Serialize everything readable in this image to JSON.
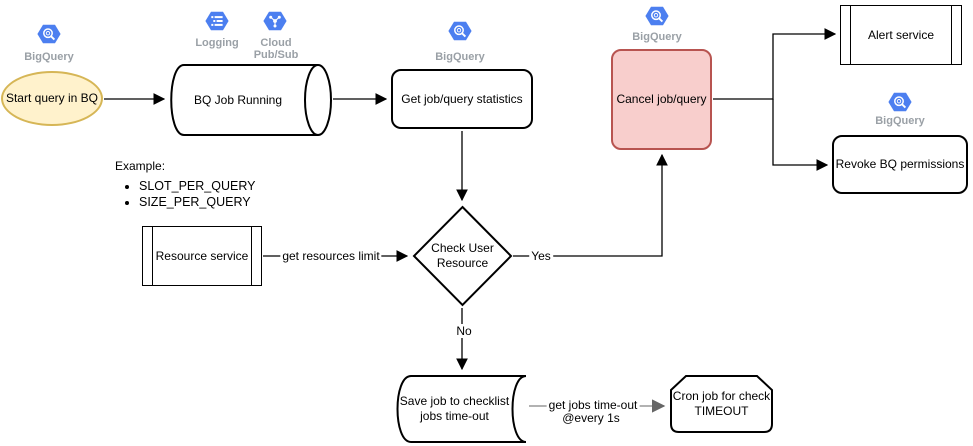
{
  "colors": {
    "icon_blue": "#4C7FF0",
    "icon_label_gray": "#9AA0A6",
    "start_fill": "#FFF2CC",
    "start_stroke": "#D6B656",
    "cancel_fill": "#F8CECC",
    "cancel_stroke": "#B85450",
    "edge_black": "#000000",
    "edge_gray": "#999999"
  },
  "icons": {
    "bq_start": {
      "label": "BigQuery"
    },
    "logging": {
      "label": "Logging"
    },
    "pubsub": {
      "line1": "Cloud",
      "line2": "Pub/Sub"
    },
    "bq_stats": {
      "label": "BigQuery"
    },
    "bq_cancel": {
      "label": "BigQuery"
    },
    "bq_revoke": {
      "label": "BigQuery"
    }
  },
  "nodes": {
    "start": {
      "label": "Start query in BQ"
    },
    "bq_job": {
      "label": "BQ Job Running"
    },
    "get_stats": {
      "label": "Get job/query statistics"
    },
    "cancel": {
      "label": "Cancel job/query"
    },
    "alert": {
      "label": "Alert service"
    },
    "revoke": {
      "label": "Revoke BQ permissions"
    },
    "resource": {
      "label": "Resource service"
    },
    "check_user": {
      "line1": "Check User",
      "line2": "Resource"
    },
    "save_checklist": {
      "line1": "Save job to checklist",
      "line2": "jobs time-out"
    },
    "cron": {
      "line1": "Cron job for check",
      "line2": "TIMEOUT"
    }
  },
  "edges": {
    "get_resources_limit": {
      "label": "get resources limit"
    },
    "yes": {
      "label": "Yes"
    },
    "no": {
      "label": "No"
    },
    "get_jobs_timeout": {
      "line1": "get jobs time-out",
      "line2": "@every 1s"
    }
  },
  "example": {
    "title": "Example:",
    "items": [
      "SLOT_PER_QUERY",
      "SIZE_PER_QUERY"
    ]
  }
}
